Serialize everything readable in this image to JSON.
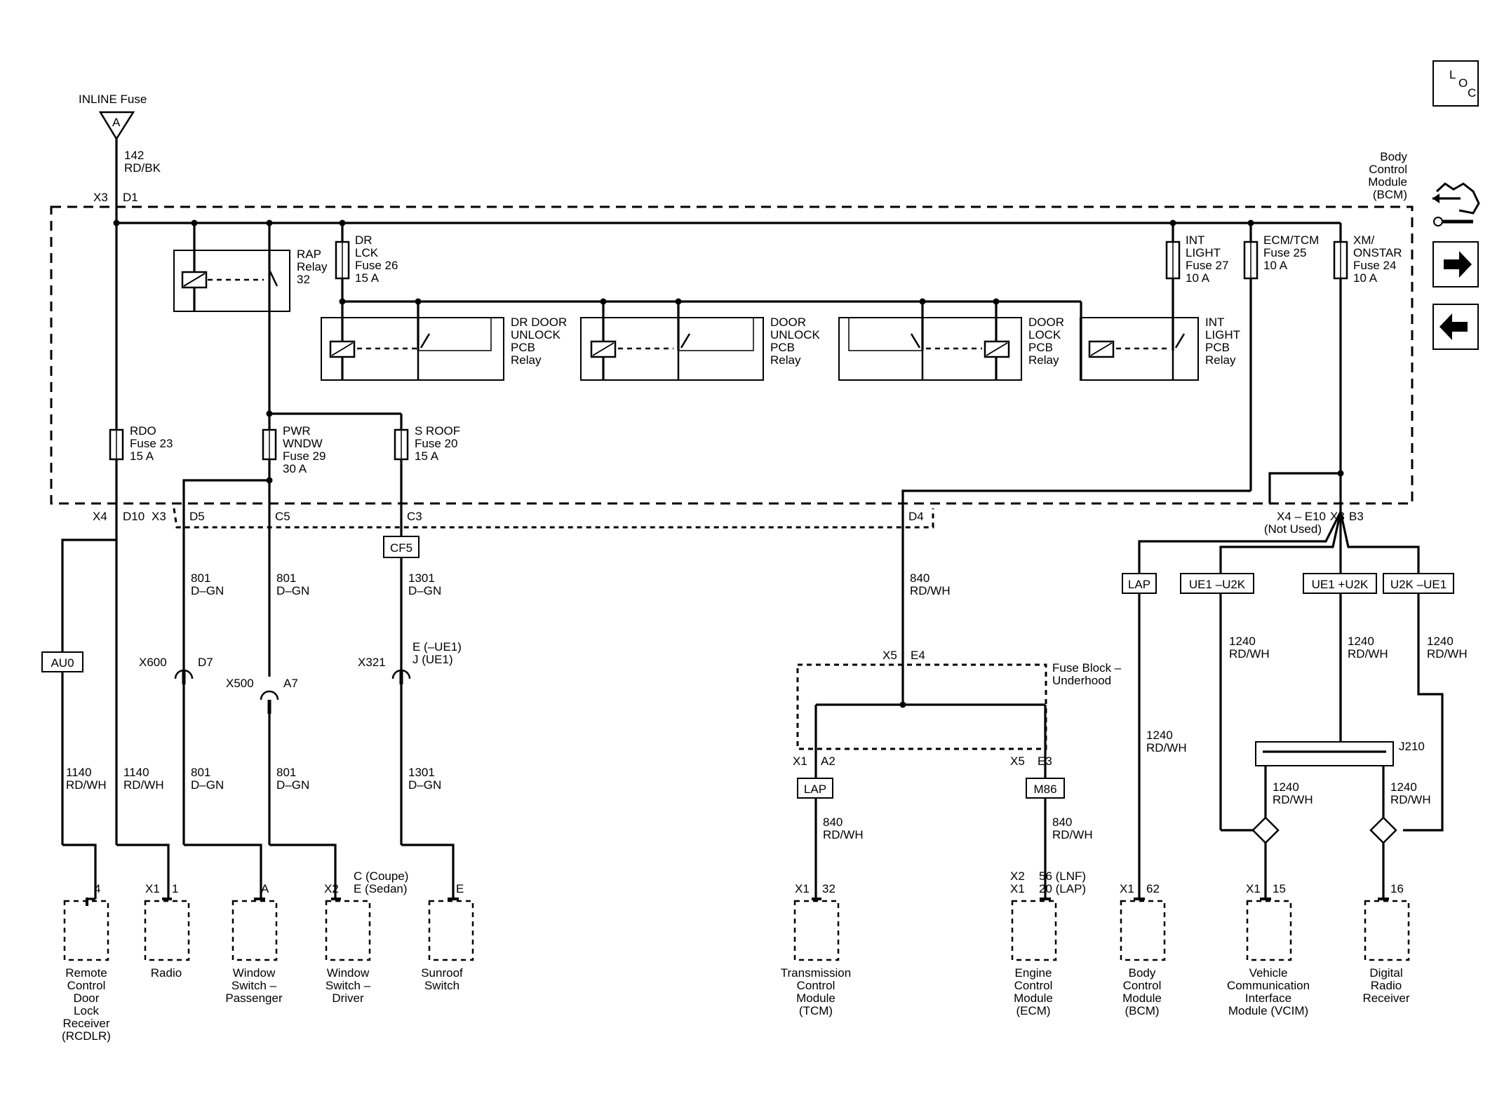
{
  "power": {
    "name": "INLINE Fuse",
    "terminal": "A",
    "circuit": "142",
    "color": "RD/BK"
  },
  "bcm_header": {
    "l1": "Body",
    "l2": "Control",
    "l3": "Module",
    "l4": "(BCM)"
  },
  "toolbar": {
    "loc_l": "L",
    "loc_o": "O",
    "loc_c": "C"
  },
  "conn": {
    "x3": "X3",
    "d1": "D1",
    "x4": "X4",
    "d10": "D10",
    "x3b": "X3",
    "d5": "D5",
    "c5": "C5",
    "c3": "C3",
    "d4": "D4",
    "x4e10a": "X4 – E10",
    "x4e10b": "(Not Used)",
    "x3r": "X3",
    "b3": "B3",
    "x600": "X600",
    "d7": "D7",
    "x500": "X500",
    "a7": "A7",
    "x321": "X321",
    "e_ue1": "E (–UE1)",
    "j_ue1": "J (UE1)",
    "x5": "X5",
    "e4": "E4",
    "x1a": "X1",
    "a2": "A2",
    "x5b": "X5",
    "e3": "E3",
    "j210": "J210"
  },
  "fuses": {
    "rap": {
      "l1": "RAP",
      "l2": "Relay",
      "l3": "32"
    },
    "drlck": {
      "l1": "DR",
      "l2": "LCK",
      "l3": "Fuse 26",
      "l4": "15 A"
    },
    "intlight": {
      "l1": "INT",
      "l2": "LIGHT",
      "l3": "Fuse 27",
      "l4": "10 A"
    },
    "ecmtcm": {
      "l1": "ECM/TCM",
      "l2": "Fuse 25",
      "l3": "10 A"
    },
    "xm": {
      "l1": "XM/",
      "l2": "ONSTAR",
      "l3": "Fuse 24",
      "l4": "10 A"
    },
    "rdo": {
      "l1": "RDO",
      "l2": "Fuse 23",
      "l3": "15 A"
    },
    "pwr": {
      "l1": "PWR",
      "l2": "WNDW",
      "l3": "Fuse 29",
      "l4": "30 A"
    },
    "sroof": {
      "l1": "S ROOF",
      "l2": "Fuse 20",
      "l3": "15 A"
    }
  },
  "relays": {
    "drdoor": {
      "l1": "DR DOOR",
      "l2": "UNLOCK",
      "l3": "PCB",
      "l4": "Relay"
    },
    "doorunlock": {
      "l1": "DOOR",
      "l2": "UNLOCK",
      "l3": "PCB",
      "l4": "Relay"
    },
    "doorlock": {
      "l1": "DOOR",
      "l2": "LOCK",
      "l3": "PCB",
      "l4": "Relay"
    },
    "intlight": {
      "l1": "INT",
      "l2": "LIGHT",
      "l3": "PCB",
      "l4": "Relay"
    }
  },
  "options": {
    "cf5": "CF5",
    "au0": "AU0",
    "lap1": "LAP",
    "ue1u2k_a": "UE1 –U2K",
    "ue1u2k_b": "UE1 +U2K",
    "u2kue1": "U2K –UE1",
    "lap2": "LAP",
    "m86": "M86"
  },
  "fuseblock": {
    "l1": "Fuse Block –",
    "l2": "Underhood"
  },
  "circuits": {
    "c801a": "801",
    "c801a_c": "D–GN",
    "c801b": "801",
    "c801b_c": "D–GN",
    "c1301a": "1301",
    "c1301a_c": "D–GN",
    "c840a": "840",
    "c840a_c": "RD/WH",
    "c1240a": "1240",
    "c1240a_c": "RD/WH",
    "c1240b": "1240",
    "c1240b_c": "RD/WH",
    "c1240c": "1240",
    "c1240c_c": "RD/WH",
    "c1140a": "1140",
    "c1140a_c": "RD/WH",
    "c1140b": "1140",
    "c1140b_c": "RD/WH",
    "c801c": "801",
    "c801c_c": "D–GN",
    "c801d": "801",
    "c801d_c": "D–GN",
    "c1301b": "1301",
    "c1301b_c": "D–GN",
    "c1240d": "1240",
    "c1240d_c": "RD/WH",
    "c840b": "840",
    "c840b_c": "RD/WH",
    "c840c": "840",
    "c840c_c": "RD/WH",
    "c1240e": "1240",
    "c1240e_c": "RD/WH",
    "c1240f": "1240",
    "c1240f_c": "RD/WH"
  },
  "components": {
    "rcdlr": {
      "pin": "4",
      "l1": "Remote",
      "l2": "Control",
      "l3": "Door",
      "l4": "Lock",
      "l5": "Receiver",
      "l6": "(RCDLR)"
    },
    "radio": {
      "conn": "X1",
      "pin": "1",
      "l1": "Radio"
    },
    "winpass": {
      "pin": "A",
      "l1": "Window",
      "l2": "Switch –",
      "l3": "Passenger"
    },
    "windrv": {
      "conn": "X2",
      "pin1": "C (Coupe)",
      "pin2": "E (Sedan)",
      "l1": "Window",
      "l2": "Switch –",
      "l3": "Driver"
    },
    "sunroof": {
      "pin": "E",
      "l1": "Sunroof",
      "l2": "Switch"
    },
    "tcm": {
      "conn": "X1",
      "pin": "32",
      "l1": "Transmission",
      "l2": "Control",
      "l3": "Module",
      "l4": "(TCM)"
    },
    "ecm": {
      "conn1": "X2",
      "conn2": "X1",
      "pin1": "56 (LNF)",
      "pin2": "20 (LAP)",
      "l1": "Engine",
      "l2": "Control",
      "l3": "Module",
      "l4": "(ECM)"
    },
    "bcm": {
      "conn": "X1",
      "pin": "62",
      "l1": "Body",
      "l2": "Control",
      "l3": "Module",
      "l4": "(BCM)"
    },
    "vcim": {
      "conn": "X1",
      "pin": "15",
      "l1": "Vehicle",
      "l2": "Communication",
      "l3": "Interface",
      "l4": "Module (VCIM)"
    },
    "dab": {
      "pin": "16",
      "l1": "Digital",
      "l2": "Radio",
      "l3": "Receiver"
    }
  },
  "icons": {
    "loc": "loc-icon",
    "connector": "connector-icon",
    "next": "arrow-right-icon",
    "prev": "arrow-left-icon"
  }
}
